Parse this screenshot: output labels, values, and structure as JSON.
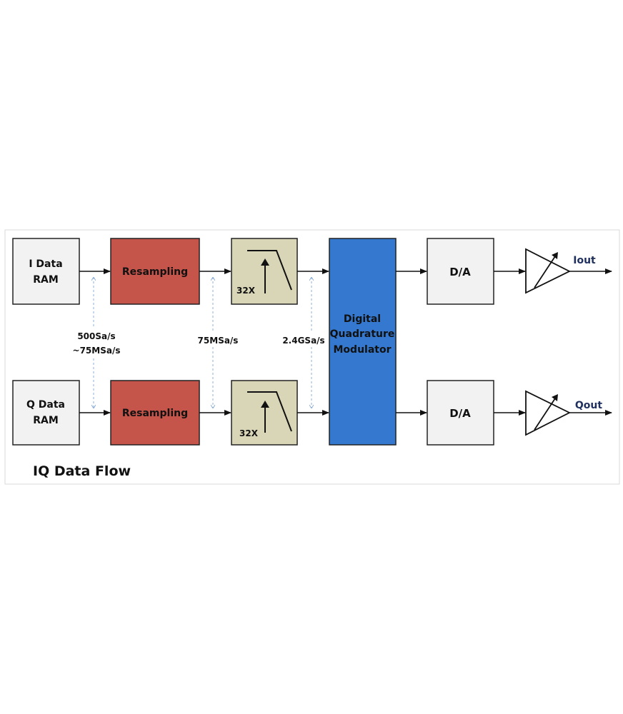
{
  "colors": {
    "ram_fill": "#f2f2f2",
    "resampling_fill": "#c5544a",
    "filter_fill": "#d9d6b8",
    "modulator_fill": "#3478d0",
    "da_fill": "#f2f2f2",
    "output_label": "#1f2f5e"
  },
  "blocks": {
    "i_ram": {
      "line1": "I Data",
      "line2": "RAM"
    },
    "q_ram": {
      "line1": "Q Data",
      "line2": "RAM"
    },
    "resampling_i": "Resampling",
    "resampling_q": "Resampling",
    "filter_i": "32X",
    "filter_q": "32X",
    "modulator": {
      "line1": "Digital",
      "line2": "Quadrature",
      "line3": "Modulator"
    },
    "da_i": "D/A",
    "da_q": "D/A"
  },
  "rates": {
    "stage1_line1": "500Sa/s",
    "stage1_line2": "~75MSa/s",
    "stage2": "75MSa/s",
    "stage3": "2.4GSa/s"
  },
  "outputs": {
    "i": "Iout",
    "q": "Qout"
  },
  "icons": {
    "filter": "lowpass-filter-response-icon",
    "amplifier": "variable-gain-amplifier-icon"
  },
  "title": "IQ Data Flow"
}
